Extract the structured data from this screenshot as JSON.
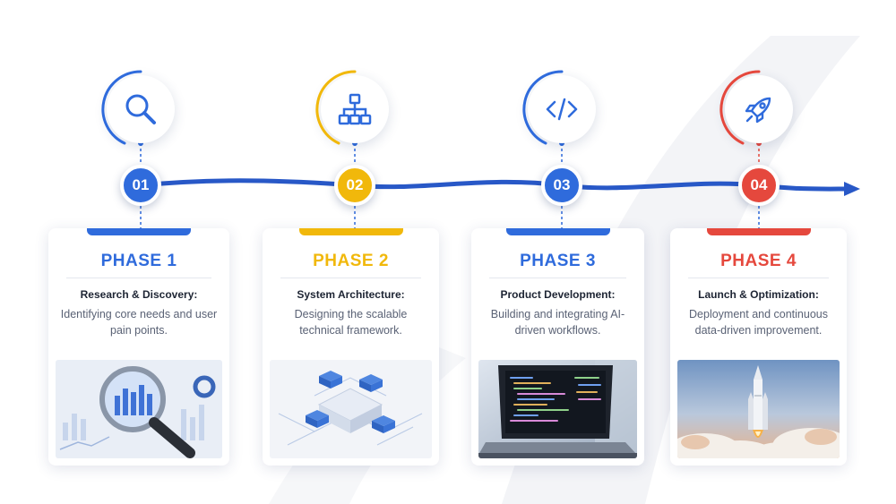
{
  "colors": {
    "blue": "#2f6bdc",
    "yellow": "#f1b80b",
    "red": "#e5483d",
    "line": "#2858c7"
  },
  "phases": [
    {
      "number": "01",
      "phase_label": "PHASE 1",
      "title": "Research & Discovery:",
      "description": "Identifying core needs and user pain points.",
      "icon": "magnifying-glass-icon",
      "image": "magnifying glass over analytics charts",
      "color": "#2f6bdc"
    },
    {
      "number": "02",
      "phase_label": "PHASE 2",
      "title": "System Architecture:",
      "description": "Designing the scalable technical framework.",
      "icon": "hierarchy-icon",
      "image": "isometric blue block architecture",
      "color": "#f1b80b"
    },
    {
      "number": "03",
      "phase_label": "PHASE 3",
      "title": "Product Development:",
      "description": "Building and integrating AI-driven workflows.",
      "icon": "code-icon",
      "image": "laptop showing source code",
      "color": "#2f6bdc"
    },
    {
      "number": "04",
      "phase_label": "PHASE 4",
      "title": "Launch & Optimization:",
      "description": "Deployment and continuous data-driven improvement.",
      "icon": "rocket-icon",
      "image": "rocket launching",
      "color": "#e5483d"
    }
  ]
}
